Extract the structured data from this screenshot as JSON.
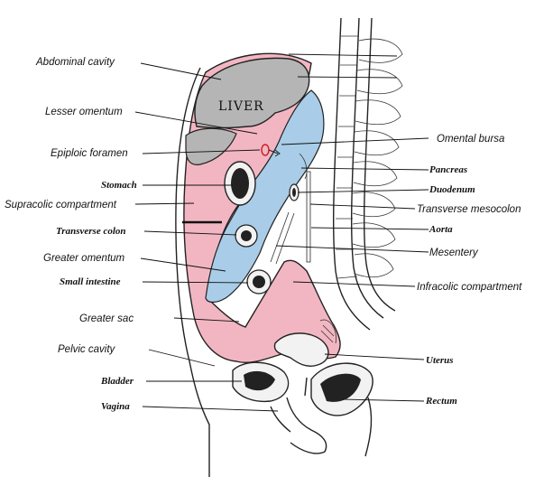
{
  "colors": {
    "peritoneal_pink": "#f2b6c2",
    "bursa_blue": "#a9cde8",
    "liver_gray": "#b5b5b5",
    "ink": "#222222",
    "marker_red": "#cc2222"
  },
  "organ_labels": {
    "liver": "LIVER"
  },
  "labels_left": [
    {
      "key": "abdominal_cavity",
      "text": "Abdominal cavity"
    },
    {
      "key": "lesser_omentum",
      "text": "Lesser omentum"
    },
    {
      "key": "epiploic_foramen",
      "text": "Epiploic foramen"
    },
    {
      "key": "stomach",
      "text": "Stomach"
    },
    {
      "key": "supracolic_compartment",
      "text": "Supracolic compartment"
    },
    {
      "key": "transverse_colon",
      "text": "Transverse colon"
    },
    {
      "key": "greater_omentum",
      "text": "Greater omentum"
    },
    {
      "key": "small_intestine",
      "text": "Small intestine"
    },
    {
      "key": "greater_sac",
      "text": "Greater sac"
    },
    {
      "key": "pelvic_cavity",
      "text": "Pelvic cavity"
    },
    {
      "key": "bladder",
      "text": "Bladder"
    },
    {
      "key": "vagina",
      "text": "Vagina"
    }
  ],
  "labels_right": [
    {
      "key": "omental_bursa",
      "text": "Omental bursa"
    },
    {
      "key": "pancreas",
      "text": "Pancreas"
    },
    {
      "key": "duodenum",
      "text": "Duodenum"
    },
    {
      "key": "transverse_mesocolon",
      "text": "Transverse mesocolon"
    },
    {
      "key": "aorta",
      "text": "Aorta"
    },
    {
      "key": "mesentery",
      "text": "Mesentery"
    },
    {
      "key": "infracolic_compartment",
      "text": "Infracolic compartment"
    },
    {
      "key": "uterus",
      "text": "Uterus"
    },
    {
      "key": "rectum",
      "text": "Rectum"
    }
  ]
}
